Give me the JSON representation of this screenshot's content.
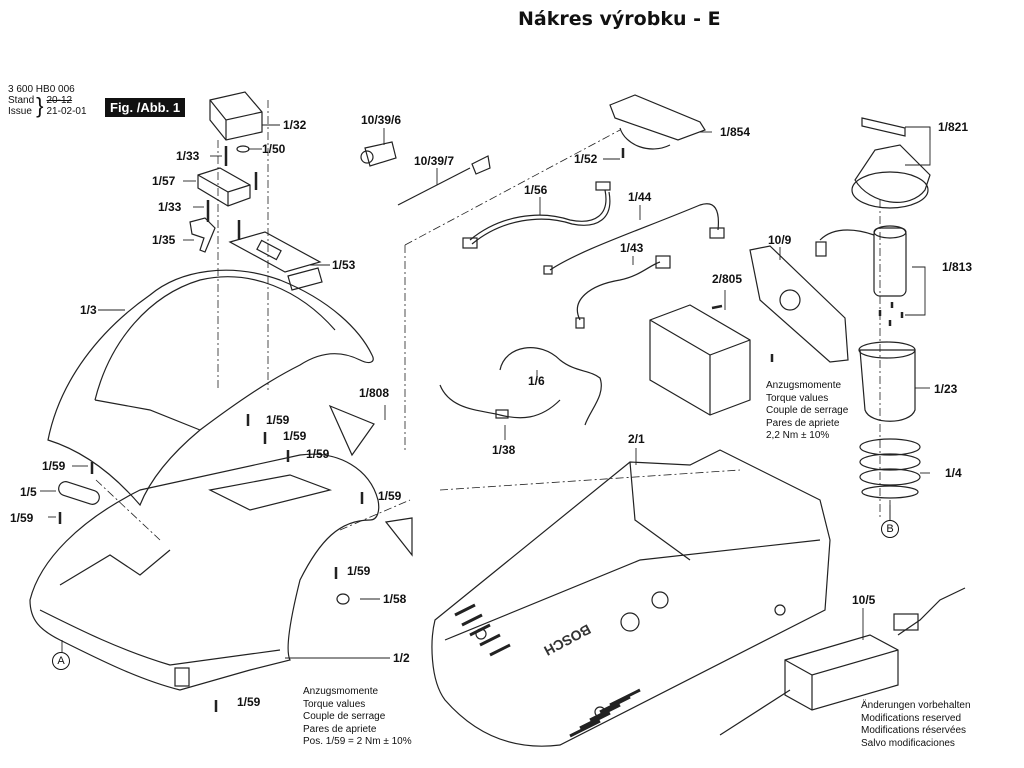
{
  "header": {
    "title": "Nákres výrobku - E",
    "part_number": "3 600 HB0 006",
    "stand_label": "Stand",
    "issue_label": "Issue",
    "stand_value_struck": "20-12",
    "issue_value": "21-02-01",
    "figure_badge": "Fig. /Abb. 1"
  },
  "labels": {
    "p1_32": "1/32",
    "p1_50": "1/50",
    "p1_33a": "1/33",
    "p1_57": "1/57",
    "p1_33b": "1/33",
    "p1_35": "1/35",
    "p1_53": "1/53",
    "p1_3": "1/3",
    "p10_39_6": "10/39/6",
    "p10_39_7": "10/39/7",
    "p1_854": "1/854",
    "p1_52": "1/52",
    "p1_56": "1/56",
    "p1_44": "1/44",
    "p1_43": "1/43",
    "p1_821": "1/821",
    "p10_9": "10/9",
    "p1_813": "1/813",
    "p2_805": "2/805",
    "p1_23": "1/23",
    "p1_4": "1/4",
    "p1_6": "1/6",
    "p1_38": "1/38",
    "p1_808": "1/808",
    "p1_59_a": "1/59",
    "p1_59_b": "1/59",
    "p1_59_c": "1/59",
    "p1_59_d": "1/59",
    "p1_59_e": "1/59",
    "p1_59_f": "1/59",
    "p1_59_g": "1/59",
    "p1_59_h": "1/59",
    "p1_5": "1/5",
    "p1_58": "1/58",
    "p1_2": "1/2",
    "p2_1": "2/1",
    "p10_5": "10/5"
  },
  "markers": {
    "a": "A",
    "b": "B"
  },
  "torque_note_right": {
    "lines": [
      "Anzugsmomente",
      "Torque values",
      "Couple de serrage",
      "Pares de apriete",
      "2,2 Nm  ± 10%"
    ]
  },
  "torque_note_bottom": {
    "lines": [
      "Anzugsmomente",
      "Torque values",
      "Couple de serrage",
      "Pares de apriete",
      "Pos.    1/59 = 2 Nm  ± 10%"
    ]
  },
  "modifications_note": {
    "lines": [
      "Änderungen vorbehalten",
      "Modifications reserved",
      "Modifications réservées",
      "Salvo modificaciones"
    ]
  },
  "brand_mark": "BOSCH"
}
